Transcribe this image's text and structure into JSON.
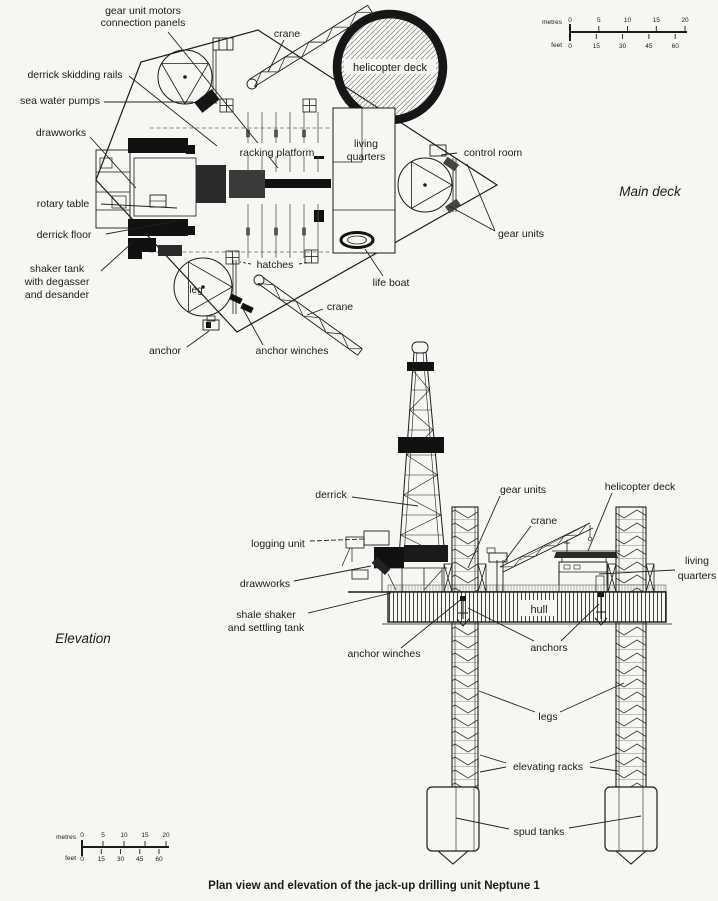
{
  "caption": "Plan view and elevation of the jack-up drilling unit Neptune 1",
  "plan": {
    "view_label": "Main deck",
    "labels": {
      "gear_unit_motors_line1": "gear unit motors",
      "gear_unit_motors_line2": "connection panels",
      "crane_top": "crane",
      "derrick_skidding_rails": "derrick skidding rails",
      "sea_water_pumps": "sea water pumps",
      "drawworks": "drawworks",
      "racking_platform": "racking platform",
      "living_line1": "living",
      "living_line2": "quarters",
      "helicopter_deck": "helicopter deck",
      "control_room": "control room",
      "rotary_table": "rotary table",
      "derrick_floor": "derrick floor",
      "gear_units": "gear units",
      "shaker_line1": "shaker tank",
      "shaker_line2": "with degasser",
      "shaker_line3": "and desander",
      "leg": "leg",
      "hatches": "hatches",
      "life_boat": "life boat",
      "anchor": "anchor",
      "anchor_winches": "anchor winches",
      "crane_bottom": "crane"
    }
  },
  "elevation": {
    "view_label": "Elevation",
    "labels": {
      "derrick": "derrick",
      "gear_units": "gear units",
      "crane": "crane",
      "helicopter_deck": "helicopter deck",
      "living_line1": "living",
      "living_line2": "quarters",
      "logging_unit": "logging unit",
      "drawworks": "drawworks",
      "hull": "hull",
      "shale_line1": "shale shaker",
      "shale_line2": "and settling tank",
      "anchor_winches": "anchor winches",
      "anchors": "anchors",
      "legs": "legs",
      "elevating_racks": "elevating racks",
      "spud_tanks": "spud tanks"
    }
  },
  "scalebar": {
    "metres_label": "metres",
    "feet_label": "feet",
    "metres_ticks": [
      "0",
      "5",
      "10",
      "15",
      "20"
    ],
    "feet_ticks": [
      "0",
      "15",
      "30",
      "45",
      "60"
    ]
  },
  "colors": {
    "ink": "#1c1c1c",
    "paper": "#f7f6f2"
  }
}
